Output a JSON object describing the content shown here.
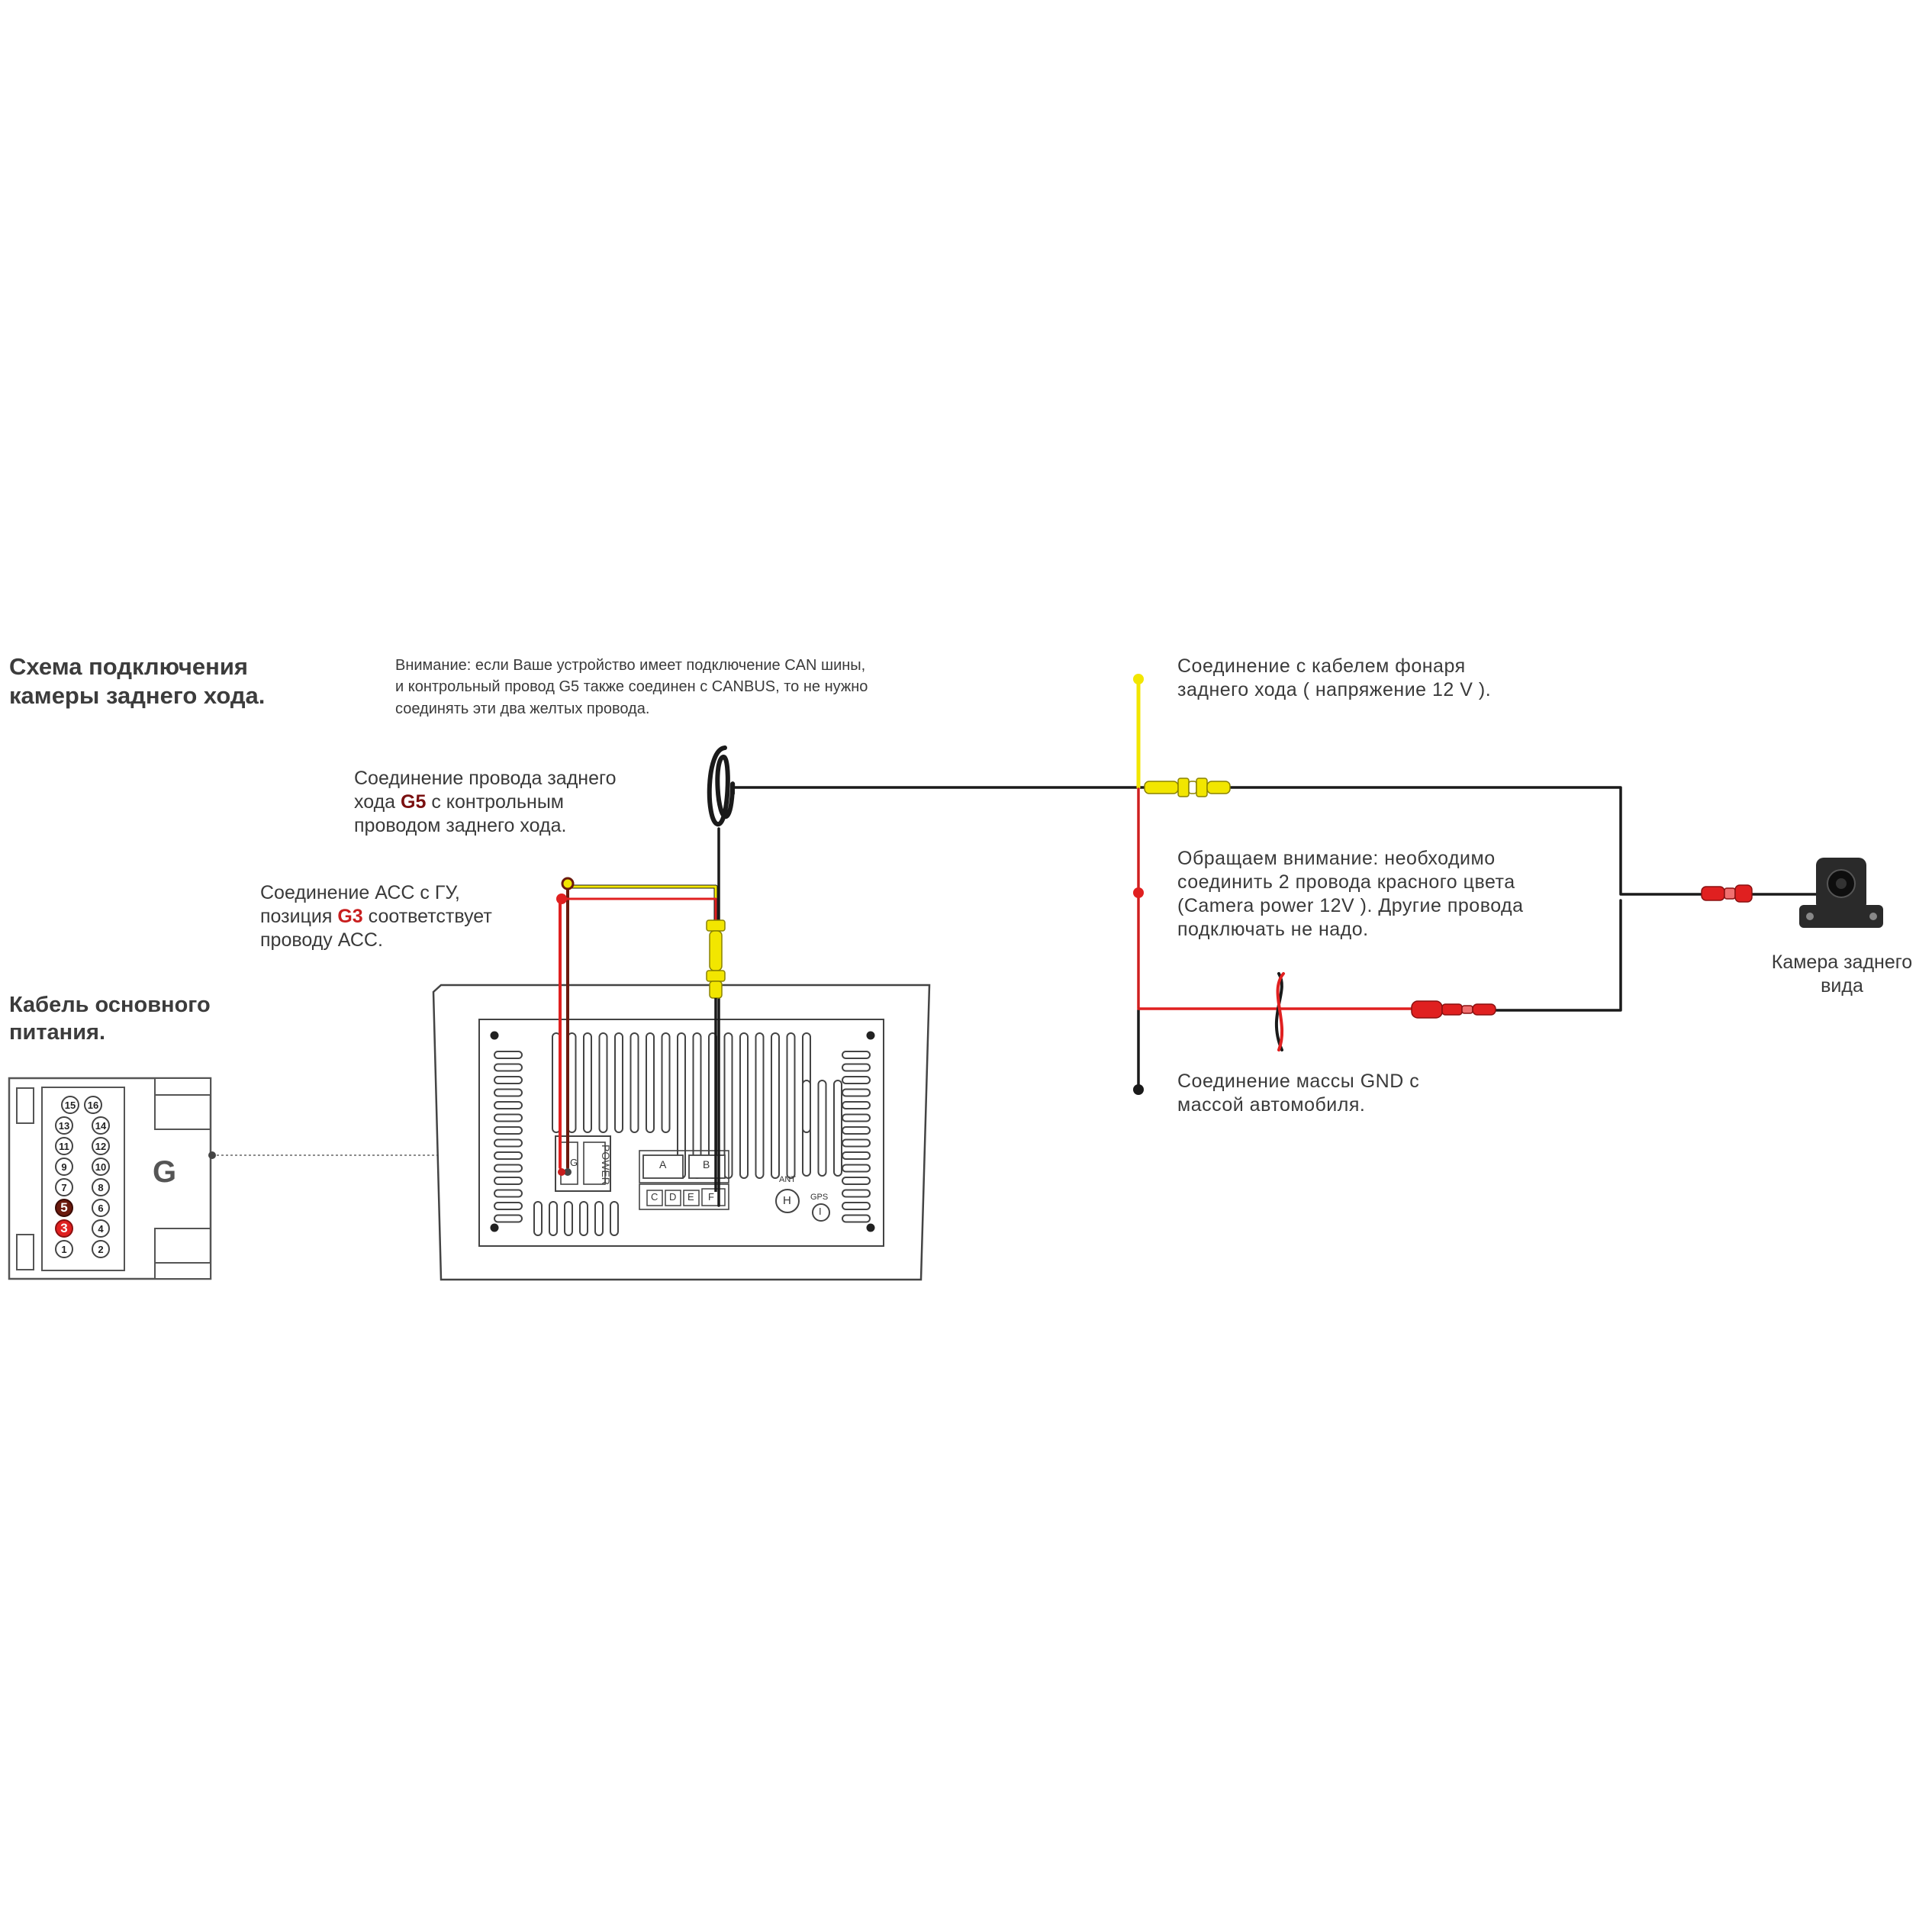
{
  "title": {
    "line1": "Схема подключения",
    "line2": "камеры заднего хода."
  },
  "warning": {
    "line1": "Внимание: если Ваше устройство имеет подключение CAN шины,",
    "line2": "и контрольный провод G5 также соединен с CANBUS, то не нужно",
    "line3": "соединять эти два желтых провода."
  },
  "g5_label": {
    "line1": "Соединение провода заднего",
    "line2_pre": "хода ",
    "line2_code": "G5",
    "line2_post": " с контрольным",
    "line3": "проводом заднего хода."
  },
  "acc_label": {
    "line1": "Соединение АСС с ГУ,",
    "line2_pre": "позиция ",
    "line2_code": "G3",
    "line2_post": " соответствует",
    "line3": "проводу АСС."
  },
  "power_cable": {
    "line1": "Кабель основного",
    "line2": "питания."
  },
  "connector": {
    "letter": "G",
    "pins_left": [
      "15",
      "13",
      "11",
      "9",
      "7",
      "5",
      "3",
      "1"
    ],
    "pins_right": [
      "16",
      "14",
      "12",
      "10",
      "8",
      "6",
      "4",
      "2"
    ]
  },
  "head_unit": {
    "power_label": "POWER",
    "g_label": "G",
    "ports_top": [
      "A",
      "B"
    ],
    "ports_bottom": [
      "C",
      "D",
      "E",
      "F"
    ],
    "ant_label": "ANT",
    "ant_letter": "H",
    "gps_label": "GPS",
    "gps_letter": "I"
  },
  "reverse_light_label": {
    "line1": "Соединение с кабелем фонаря",
    "line2": "заднего хода ( напряжение 12 V )."
  },
  "attention_label": {
    "line1": "Обращаем внимание: необходимо",
    "line2": "соединить 2 провода красного цвета",
    "line3": "(Camera power 12V ). Другие провода",
    "line4": "подключать не надо."
  },
  "gnd_label": {
    "line1": "Соединение массы GND с",
    "line2": "массой автомобиля."
  },
  "camera_label": {
    "line1": "Камера заднего",
    "line2": "вида"
  },
  "colors": {
    "wire_black": "#1a1a1a",
    "wire_red": "#e02020",
    "wire_yellow": "#f2e600",
    "pin_highlight_dark": "#6b1a0e",
    "pin_highlight_red": "#e02020",
    "accent_red": "#c81e1e"
  }
}
